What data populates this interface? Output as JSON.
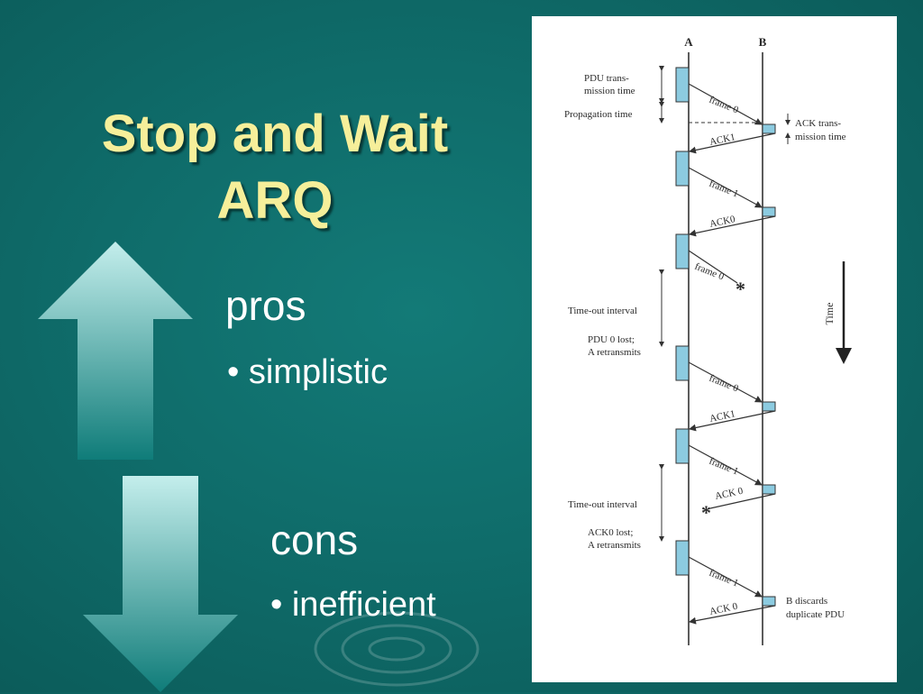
{
  "slide": {
    "title_line1": "Stop and Wait",
    "title_line2": "ARQ",
    "pros_label": "pros",
    "pros_bullet": "• simplistic",
    "cons_label": "cons",
    "cons_bullet": "• inefficient"
  },
  "diagram": {
    "station_a": "A",
    "station_b": "B",
    "pdu_tx_1": "PDU trans-",
    "pdu_tx_2": "mission time",
    "prop_time": "Propagation time",
    "ack_tx_1": "ACK trans-",
    "ack_tx_2": "mission time",
    "time_label": "Time",
    "timeout_1": "Time-out interval",
    "lost_pdu_1": "PDU 0 lost;",
    "lost_pdu_2": "A retransmits",
    "timeout_2": "Time-out interval",
    "lost_ack_1": "ACK0 lost;",
    "lost_ack_2": "A retransmits",
    "discard_1": "B discards",
    "discard_2": "duplicate PDU",
    "messages": [
      {
        "label": "frame 0"
      },
      {
        "label": "ACK1"
      },
      {
        "label": "frame 1"
      },
      {
        "label": "ACK0"
      },
      {
        "label": "frame 0"
      },
      {
        "label": "frame 0"
      },
      {
        "label": "ACK1"
      },
      {
        "label": "frame 1"
      },
      {
        "label": "ACK 0"
      },
      {
        "label": "frame 1"
      },
      {
        "label": "ACK 0"
      }
    ],
    "lost_mark": "*"
  },
  "colors": {
    "background": "#0f6c6a",
    "title": "#f6ef9a",
    "arrow_light": "#b8e8e6",
    "frame_box": "#8ccbe0"
  }
}
